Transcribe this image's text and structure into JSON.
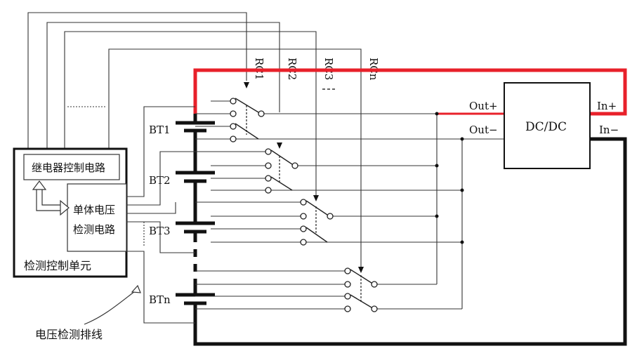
{
  "labels": {
    "rc1": "RC1",
    "rc2": "RC2",
    "rc3": "RC3",
    "rcn": "RCn",
    "out_plus": "Out+",
    "out_minus": "Out−",
    "in_plus": "In+",
    "in_minus": "In−",
    "dcdc": "DC/DC",
    "bt1": "BT1",
    "bt2": "BT2",
    "bt3": "BT3",
    "btn": "BTn",
    "relay_ctrl": "继电器控制电路",
    "cell_detect_1": "单体电压",
    "cell_detect_2": "检测电路",
    "detect_unit": "检测控制单元",
    "harness": "电压检测排线"
  },
  "colors": {
    "power_line": "#e8202a",
    "bus": "#111111",
    "wire": "#333333"
  }
}
